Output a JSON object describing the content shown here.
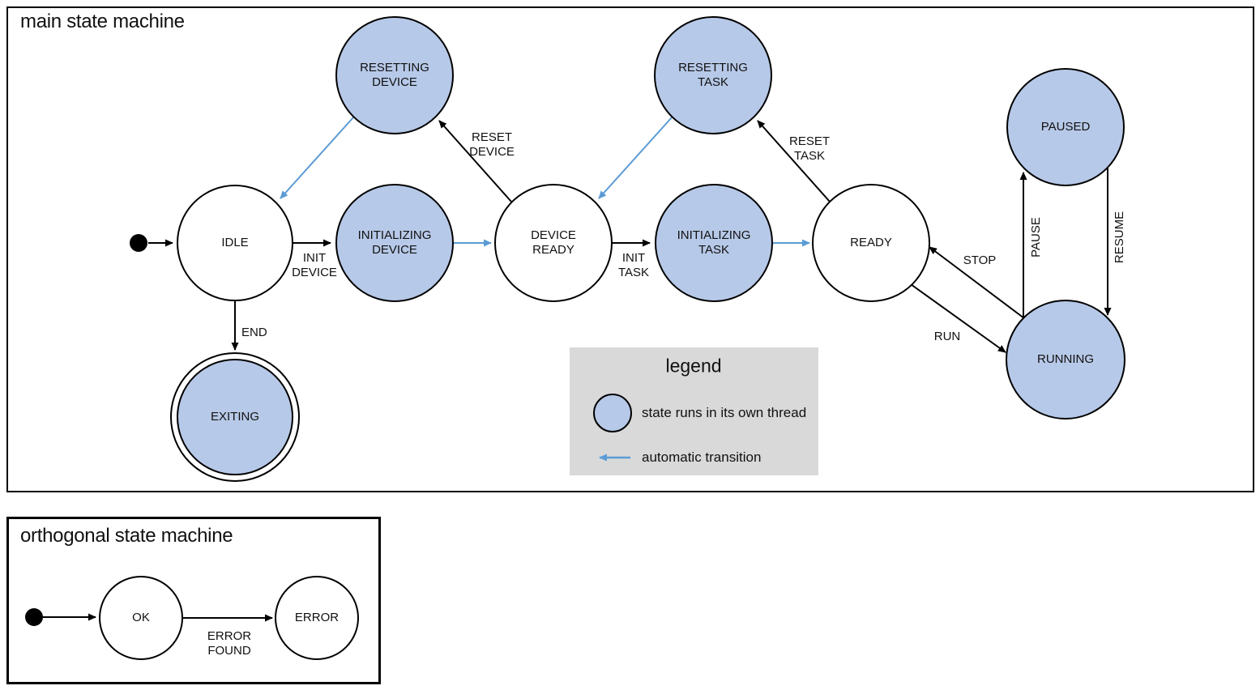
{
  "colors": {
    "thread_state_fill": "#b7c9e8",
    "auto_transition_blue": "#5b9bd5",
    "legend_bg": "#d9d9d9",
    "diagram_line": "#000000"
  },
  "main_machine": {
    "title": "main state machine",
    "states": {
      "idle": {
        "label": "IDLE"
      },
      "initializing_device": {
        "label": "INITIALIZING\nDEVICE"
      },
      "device_ready": {
        "label": "DEVICE\nREADY"
      },
      "initializing_task": {
        "label": "INITIALIZING\nTASK"
      },
      "ready": {
        "label": "READY"
      },
      "resetting_device": {
        "label": "RESETTING\nDEVICE"
      },
      "resetting_task": {
        "label": "RESETTING\nTASK"
      },
      "paused": {
        "label": "PAUSED"
      },
      "running": {
        "label": "RUNNING"
      },
      "exiting": {
        "label": "EXITING"
      }
    },
    "transitions": {
      "init_device": {
        "label": "INIT\nDEVICE"
      },
      "init_task": {
        "label": "INIT\nTASK"
      },
      "reset_device": {
        "label": "RESET\nDEVICE"
      },
      "reset_task": {
        "label": "RESET\nTASK"
      },
      "run": {
        "label": "RUN"
      },
      "stop": {
        "label": "STOP"
      },
      "pause": {
        "label": "PAUSE"
      },
      "resume": {
        "label": "RESUME"
      },
      "end": {
        "label": "END"
      }
    }
  },
  "legend": {
    "title": "legend",
    "items": {
      "thread": {
        "label": "state runs in its own thread"
      },
      "auto": {
        "label": "automatic transition"
      }
    }
  },
  "ortho_machine": {
    "title": "orthogonal state machine",
    "states": {
      "ok": {
        "label": "OK"
      },
      "error": {
        "label": "ERROR"
      }
    },
    "transitions": {
      "error_found": {
        "label": "ERROR\nFOUND"
      }
    }
  }
}
